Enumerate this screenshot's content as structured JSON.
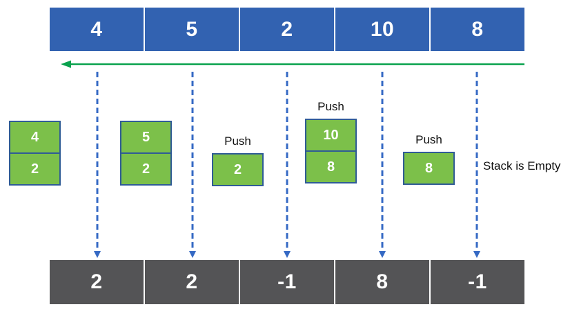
{
  "top_array": {
    "values": [
      "4",
      "5",
      "2",
      "10",
      "8"
    ]
  },
  "bottom_array": {
    "values": [
      "2",
      "2",
      "-1",
      "8",
      "-1"
    ]
  },
  "stacks": [
    {
      "label": "",
      "cells": [
        "4",
        "2"
      ]
    },
    {
      "label": "",
      "cells": [
        "5",
        "2"
      ]
    },
    {
      "label": "Push",
      "cells": [
        "2"
      ]
    },
    {
      "label": "Push",
      "cells": [
        "10",
        "8"
      ]
    },
    {
      "label": "Push",
      "cells": [
        "8"
      ]
    }
  ],
  "empty_label": "Stack is Empty",
  "colors": {
    "array_blue": "#3262b1",
    "array_gray": "#545456",
    "stack_green": "#7cc04a",
    "stack_border": "#2f5b96",
    "arrow_green": "#0aa24e",
    "dashed_blue": "#3569c4"
  }
}
